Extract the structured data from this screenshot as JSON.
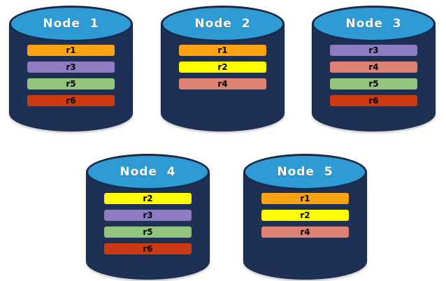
{
  "diagram": {
    "description": "Five database nodes with replicated partitions",
    "colors": {
      "cylinder_body": "#1F3055",
      "cylinder_outline": "#1A2A4A",
      "cylinder_top": "#2E9BD5",
      "title_text": "#FFFFFF",
      "replica_text": "#000000",
      "background": "#FFFFFF"
    },
    "replica_colors": {
      "r1": "#FFA312",
      "r2": "#FFFF00",
      "r3": "#8E7CC3",
      "r4": "#DC8373",
      "r5": "#93C47D",
      "r6": "#CB3A10"
    },
    "nodes": [
      {
        "label": "Node  1",
        "replicas": [
          "r1",
          "r3",
          "r5",
          "r6"
        ]
      },
      {
        "label": "Node  2",
        "replicas": [
          "r1",
          "r2",
          "r4"
        ]
      },
      {
        "label": "Node  3",
        "replicas": [
          "r3",
          "r4",
          "r5",
          "r6"
        ]
      },
      {
        "label": "Node  4",
        "replicas": [
          "r2",
          "r3",
          "r5",
          "r6"
        ]
      },
      {
        "label": "Node  5",
        "replicas": [
          "r1",
          "r2",
          "r4"
        ]
      }
    ]
  }
}
